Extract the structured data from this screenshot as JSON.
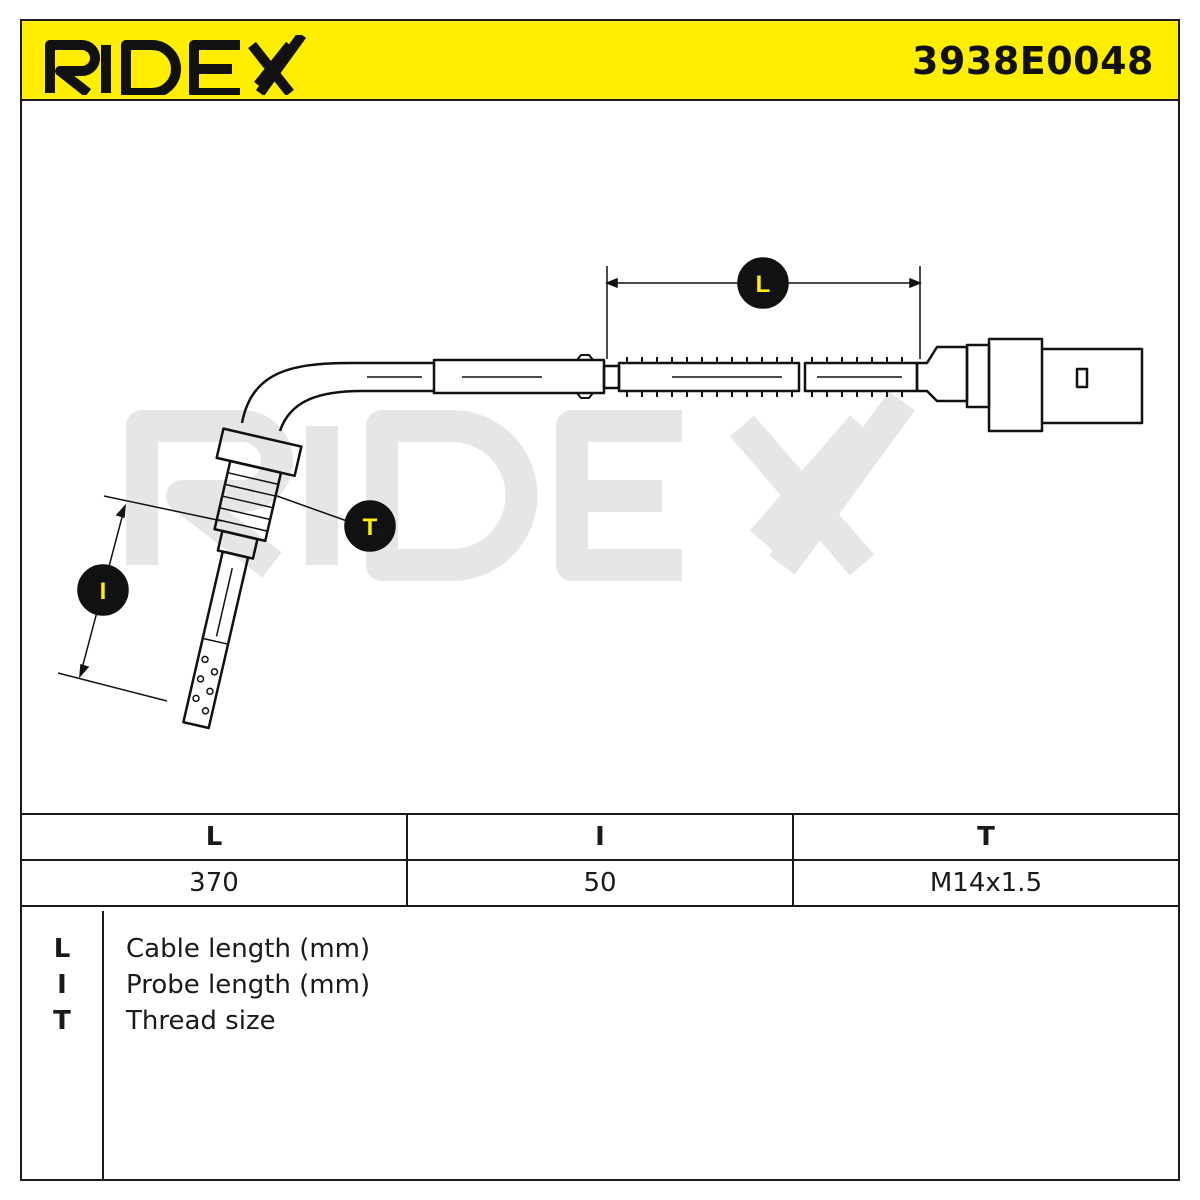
{
  "header": {
    "brand": "RIDEX",
    "part_number": "3938E0048",
    "background_color": "#ffee00"
  },
  "drawing": {
    "watermark": "RIDEX",
    "callouts": {
      "L": "L",
      "I": "I",
      "T": "T"
    }
  },
  "spec_table": {
    "headers": [
      "L",
      "I",
      "T"
    ],
    "values": [
      "370",
      "50",
      "M14x1.5"
    ]
  },
  "legend": {
    "items": [
      {
        "key": "L",
        "label": "Cable length (mm)"
      },
      {
        "key": "I",
        "label": "Probe length (mm)"
      },
      {
        "key": "T",
        "label": "Thread size"
      }
    ]
  }
}
